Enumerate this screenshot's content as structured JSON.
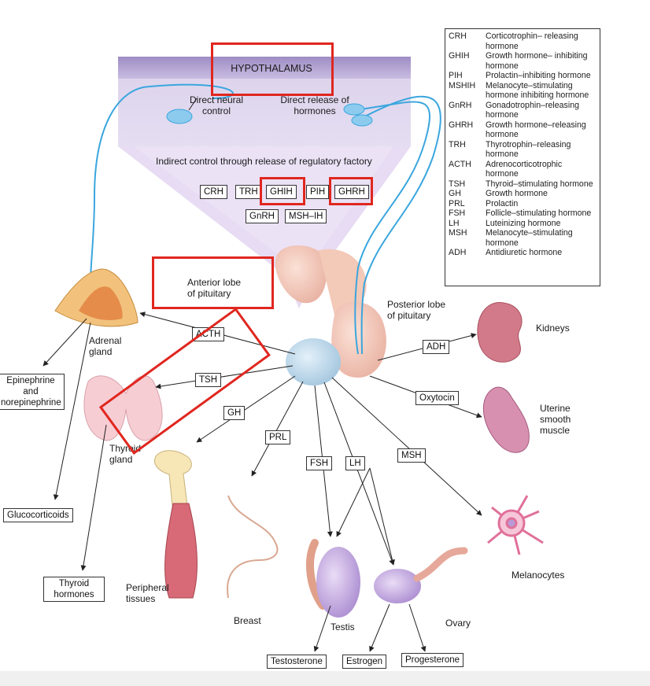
{
  "title": "HYPOTHALAMUS",
  "hypothalamus": {
    "direct_neural": "Direct neural control",
    "direct_release": "Direct release of hormones",
    "indirect": "Indirect control through release of regulatory factory",
    "factors_row1": [
      "CRH",
      "TRH",
      "GHIH",
      "PIH",
      "GHRH"
    ],
    "factors_row2": [
      "GnRH",
      "MSH–IH"
    ]
  },
  "pituitary": {
    "anterior": "Anterior lobe of pituitary",
    "posterior": "Posterior lobe of pituitary"
  },
  "hormones": {
    "acth": "ACTH",
    "tsh": "TSH",
    "gh": "GH",
    "prl": "PRL",
    "fsh": "FSH",
    "lh": "LH",
    "msh": "MSH",
    "adh": "ADH",
    "oxytocin": "Oxytocin"
  },
  "targets": {
    "adrenal": "Adrenal gland",
    "thyroid": "Thyroid gland",
    "peripheral": "Peripheral tissues",
    "breast": "Breast",
    "testis": "Testis",
    "ovary": "Ovary",
    "melanocytes": "Melanocytes",
    "uterine": "Uterine smooth muscle",
    "kidneys": "Kidneys"
  },
  "products": {
    "epinephrine": "Epinephrine and norepinephrine",
    "glucocorticoids": "Glucocorticoids",
    "thyroid_hormones": "Thyroid hormones",
    "testosterone": "Testosterone",
    "estrogen": "Estrogen",
    "progesterone": "Progesterone"
  },
  "legend": [
    {
      "abbr": "CRH",
      "def": "Corticotrophin– releasing hormone"
    },
    {
      "abbr": "GHIH",
      "def": "Growth hormone– inhibiting hormone"
    },
    {
      "abbr": "PIH",
      "def": "Prolactin–inhibiting hormone"
    },
    {
      "abbr": "MSHIH",
      "def": "Melanocyte–stimulating hormone inhibiting hormone"
    },
    {
      "abbr": "GnRH",
      "def": "Gonadotrophin–releasing hormone"
    },
    {
      "abbr": "GHRH",
      "def": "Growth hormone–releasing hormone"
    },
    {
      "abbr": "TRH",
      "def": "Thyrotrophin–releasing hormone"
    },
    {
      "abbr": "ACTH",
      "def": "Adrenocorticotrophic hormone"
    },
    {
      "abbr": "TSH",
      "def": "Thyroid–stimulating hormone"
    },
    {
      "abbr": "GH",
      "def": "Growth hormone"
    },
    {
      "abbr": "PRL",
      "def": "Prolactin"
    },
    {
      "abbr": "FSH",
      "def": "Follicle–stimulating hormone"
    },
    {
      "abbr": "LH",
      "def": "Luteinizing hormone"
    },
    {
      "abbr": "MSH",
      "def": "Melanocyte–stimulating hormone"
    },
    {
      "abbr": "ADH",
      "def": "Antidiuretic hormone"
    }
  ],
  "colors": {
    "highlight": "#e0271f",
    "neuron": "#3aa6de",
    "hypothalamus_band": "#b9a9d6",
    "tissue_pink": "#f2c6c0"
  }
}
